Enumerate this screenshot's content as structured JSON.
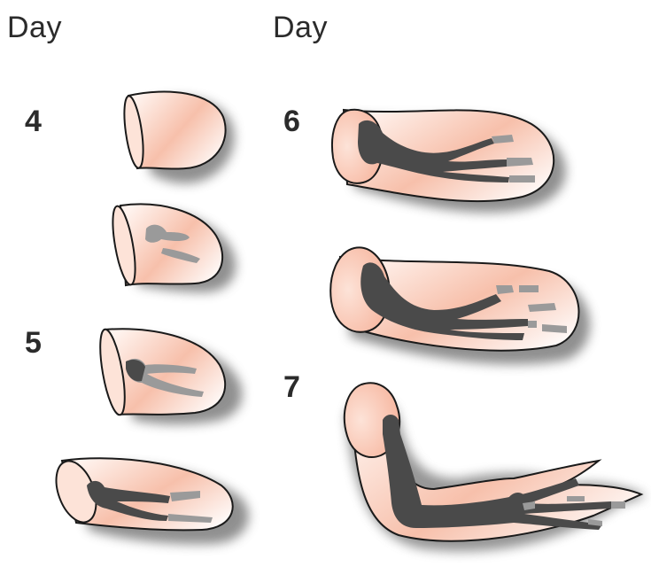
{
  "headers": {
    "left": "Day",
    "right": "Day"
  },
  "stages": {
    "day4": "4",
    "day5": "5",
    "day6": "6",
    "day7": "7"
  },
  "colors": {
    "skin_light": "#fde6dc",
    "skin_dark": "#f3a98f",
    "cartilage_dark": "#4a4a4a",
    "cartilage_light": "#9a9a9a",
    "outline": "#1a1a1a",
    "shadow": "#6b6b6b"
  }
}
